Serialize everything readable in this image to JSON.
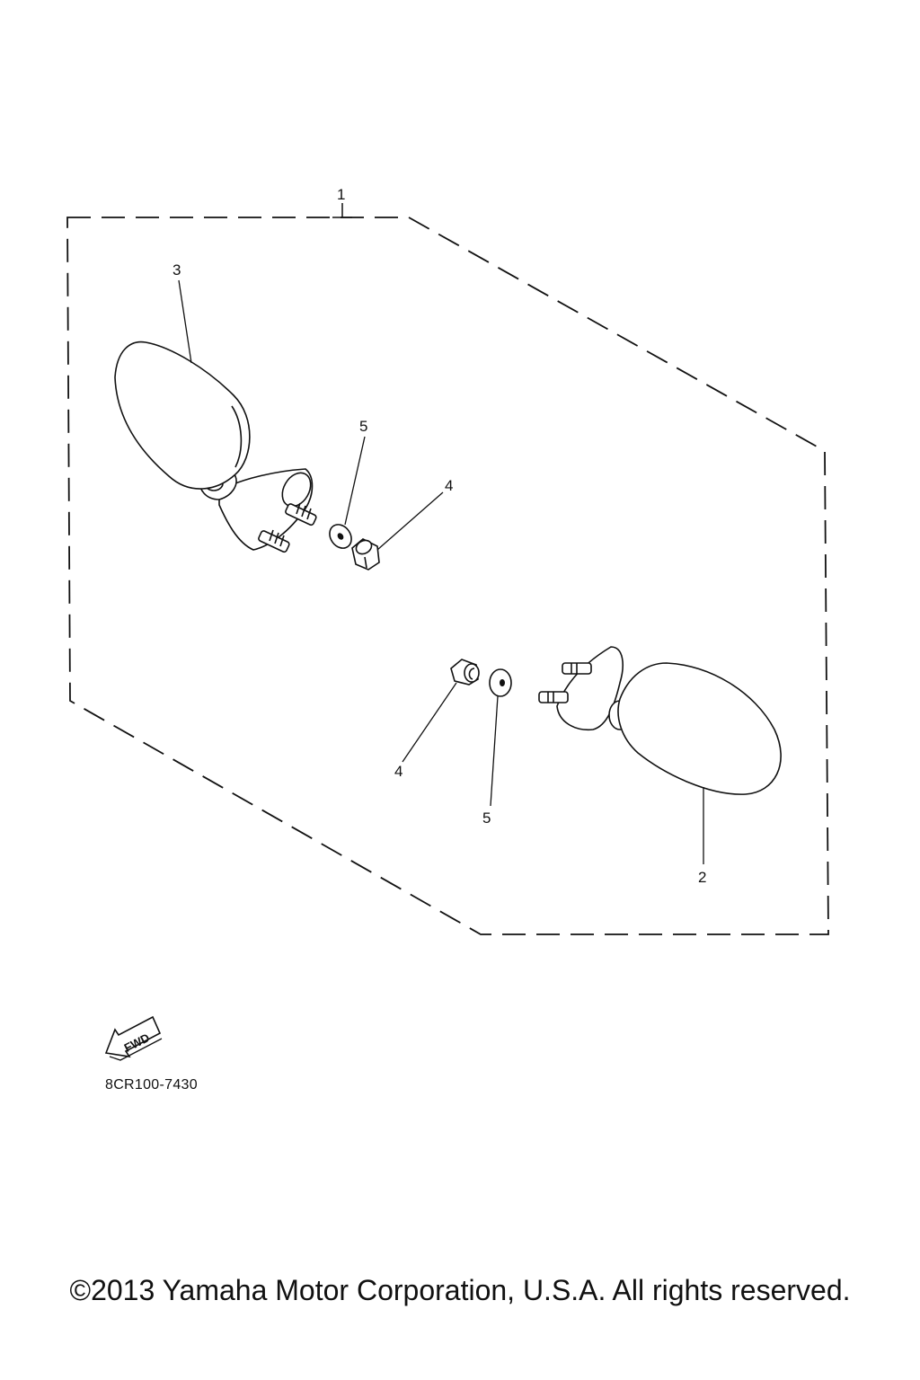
{
  "callouts": {
    "kit": "1",
    "right_mirror": "2",
    "left_mirror": "3",
    "nut_top": "4",
    "washer_top": "5",
    "nut_bottom": "4",
    "washer_bottom": "5"
  },
  "fwd_label": "FWD",
  "diagram_code": "8CR100-7430",
  "copyright": "©2013 Yamaha Motor Corporation, U.S.A. All rights reserved."
}
